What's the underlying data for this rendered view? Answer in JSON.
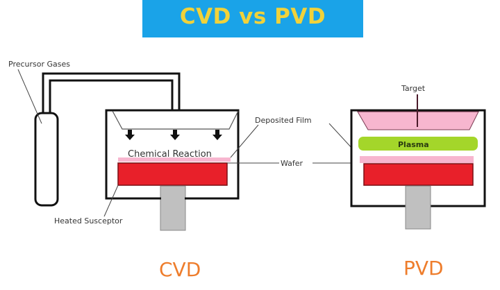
{
  "title": "CVD vs PVD",
  "colors": {
    "title_bg": "#1aa3e8",
    "title_text": "#f1d23a",
    "caption": "#ee7d2c",
    "susceptor": "#e8202a",
    "film": "#f7b6cf",
    "target": "#f7b6cf",
    "plasma": "#a4d62a",
    "stand": "#c0c0c0"
  },
  "cvd": {
    "caption": "CVD",
    "labels": {
      "precursor_gases": "Precursor Gases",
      "chemical_reaction": "Chemical Reaction",
      "heated_susceptor": "Heated Susceptor",
      "deposited_film": "Deposited Film",
      "wafer": "Wafer"
    }
  },
  "pvd": {
    "caption": "PVD",
    "labels": {
      "target": "Target",
      "plasma": "Plasma"
    }
  }
}
